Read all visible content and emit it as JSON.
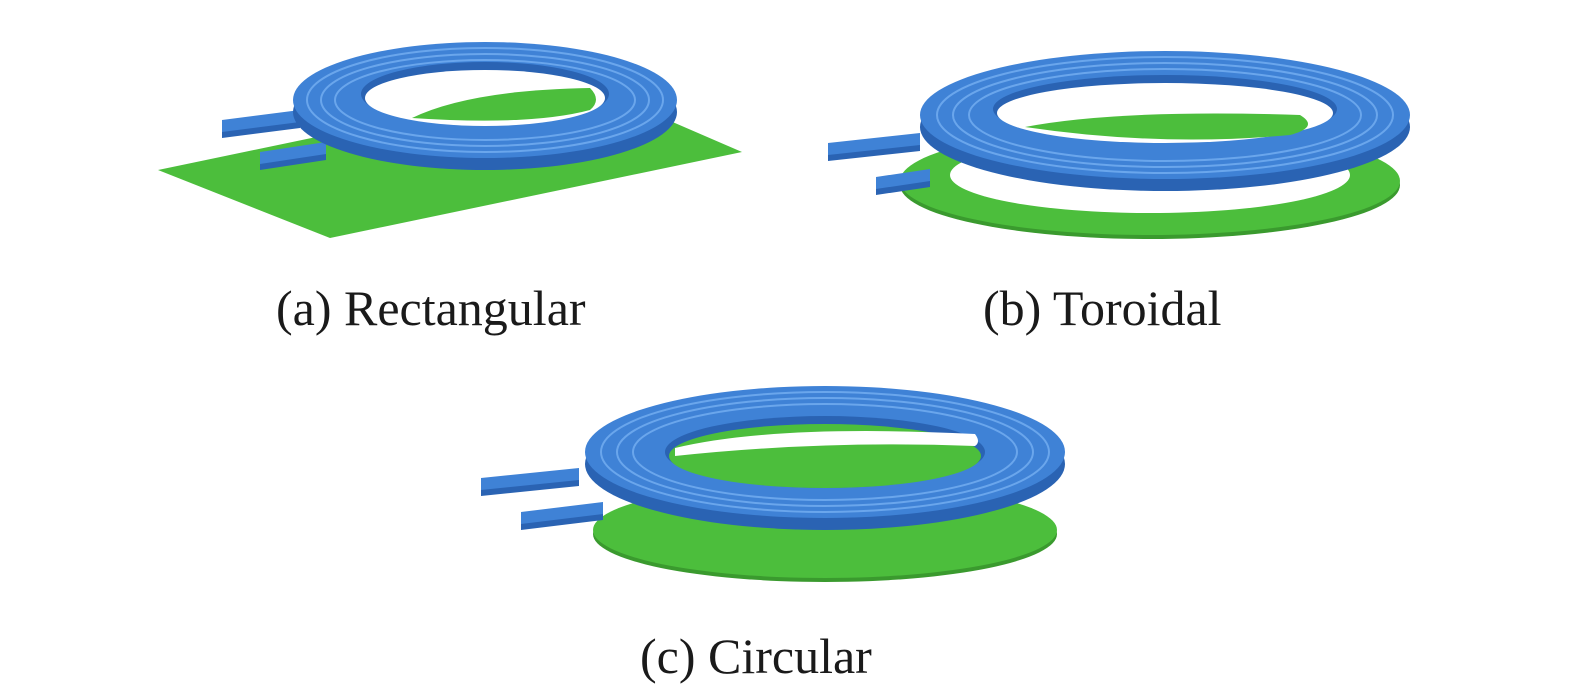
{
  "figure": {
    "panels": [
      {
        "id": "a",
        "caption": "(a) Rectangular",
        "shield_shape": "rectangular"
      },
      {
        "id": "b",
        "caption": "(b) Toroidal",
        "shield_shape": "toroidal"
      },
      {
        "id": "c",
        "caption": "(c) Circular",
        "shield_shape": "circular"
      }
    ],
    "colors": {
      "coil": "#3f82d6",
      "coil_dark": "#2a63b3",
      "coil_light": "#6aa6ec",
      "shield": "#4cbe3c",
      "shield_dark": "#3a9a2e",
      "background": "#ffffff"
    }
  }
}
